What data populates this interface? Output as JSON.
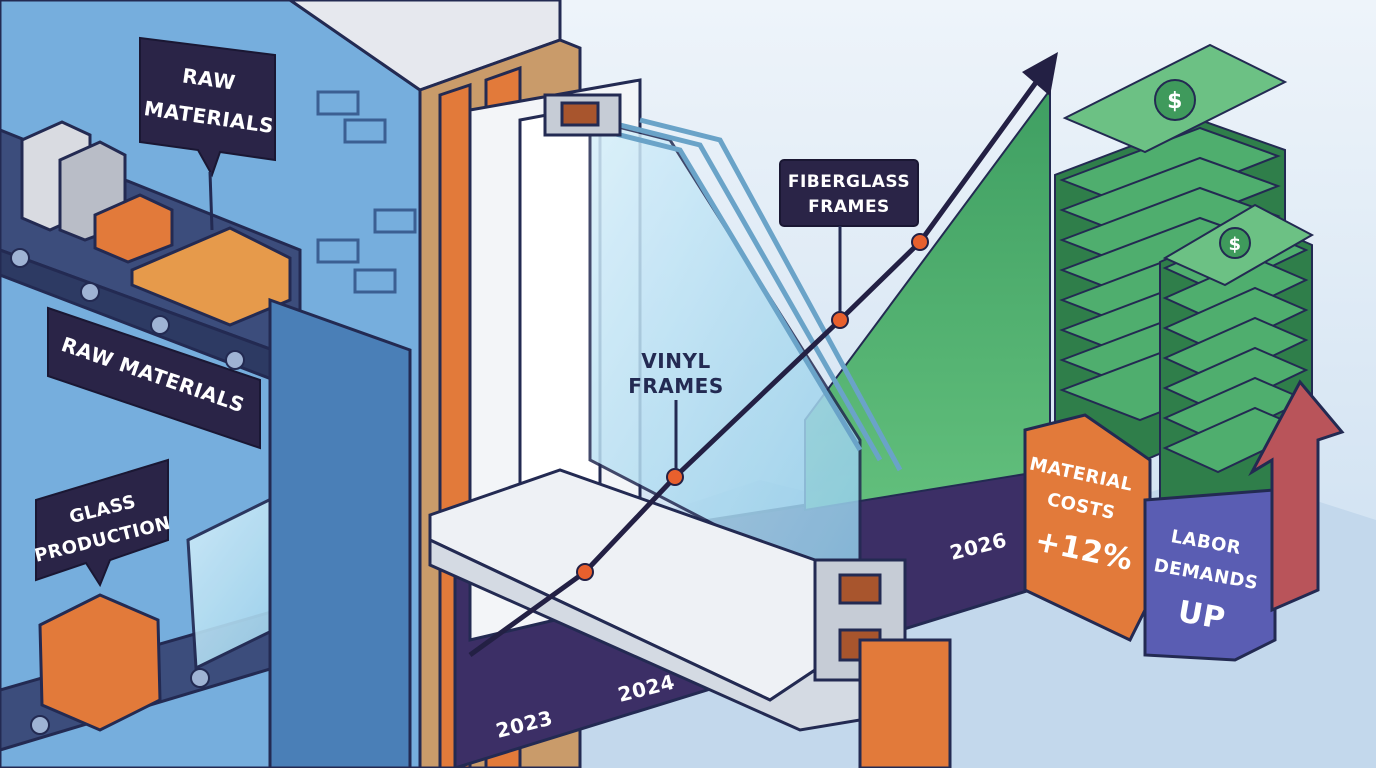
{
  "labels": {
    "raw_materials_callout": [
      "RAW",
      "MATERIALS"
    ],
    "raw_materials_banner": "RAW MATERIALS",
    "glass_production": [
      "GLASS",
      "PRODUCTION"
    ],
    "vinyl_frames": [
      "VINYL",
      "FRAMES"
    ],
    "fiberglass_frames": [
      "FIBERGLASS",
      "FRAMES"
    ],
    "material_costs": [
      "MATERIAL",
      "COSTS",
      "+12%"
    ],
    "labor_demands": [
      "LABOR",
      "DEMANDS",
      "UP"
    ],
    "currency_symbol": "$"
  },
  "timeline": {
    "years": [
      "2023",
      "2024",
      "2026"
    ]
  },
  "colors": {
    "background": "#dfe9f3",
    "navy_outline": "#232a52",
    "wall_blue": "#6fa6d8",
    "orange": "#e27a3a",
    "purple_panel": "#3c2f66",
    "chart_green": "#4fae6e",
    "money_green": "#3f9a5c",
    "arrow_red": "#b9545a",
    "label_bg": "#2a2447"
  }
}
